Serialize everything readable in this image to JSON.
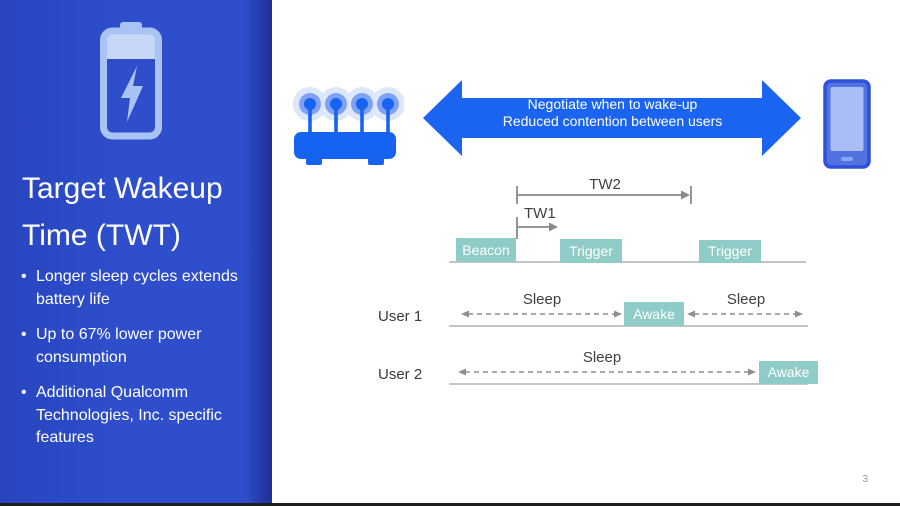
{
  "slide": {
    "page_number": "3"
  },
  "sidebar": {
    "title": "Target Wakeup\nTime (TWT)",
    "bullets": [
      {
        "text": "Longer sleep cycles extends battery life"
      },
      {
        "text": "Up to 67% lower power consumption"
      },
      {
        "text": "Additional Qualcomm Technologies, Inc. specific features"
      }
    ],
    "colors": {
      "background": "#2e4ecb",
      "edge": "#1f2f97",
      "icon": "#a9c4f4"
    }
  },
  "banner": {
    "line1": "Negotiate when to wake-up",
    "line2": "Reduced contention between users",
    "color": "#1b64ef"
  },
  "diagram": {
    "tw2_label": "TW2",
    "tw1_label": "TW1",
    "beacon_label": "Beacon",
    "trigger1_label": "Trigger",
    "trigger2_label": "Trigger",
    "accent_color": "#8fccc8",
    "line_color": "#8a8a8a",
    "user1": {
      "label": "User 1",
      "sleep_left": "Sleep",
      "awake": "Awake",
      "sleep_right": "Sleep"
    },
    "user2": {
      "label": "User 2",
      "sleep": "Sleep",
      "awake": "Awake"
    }
  }
}
